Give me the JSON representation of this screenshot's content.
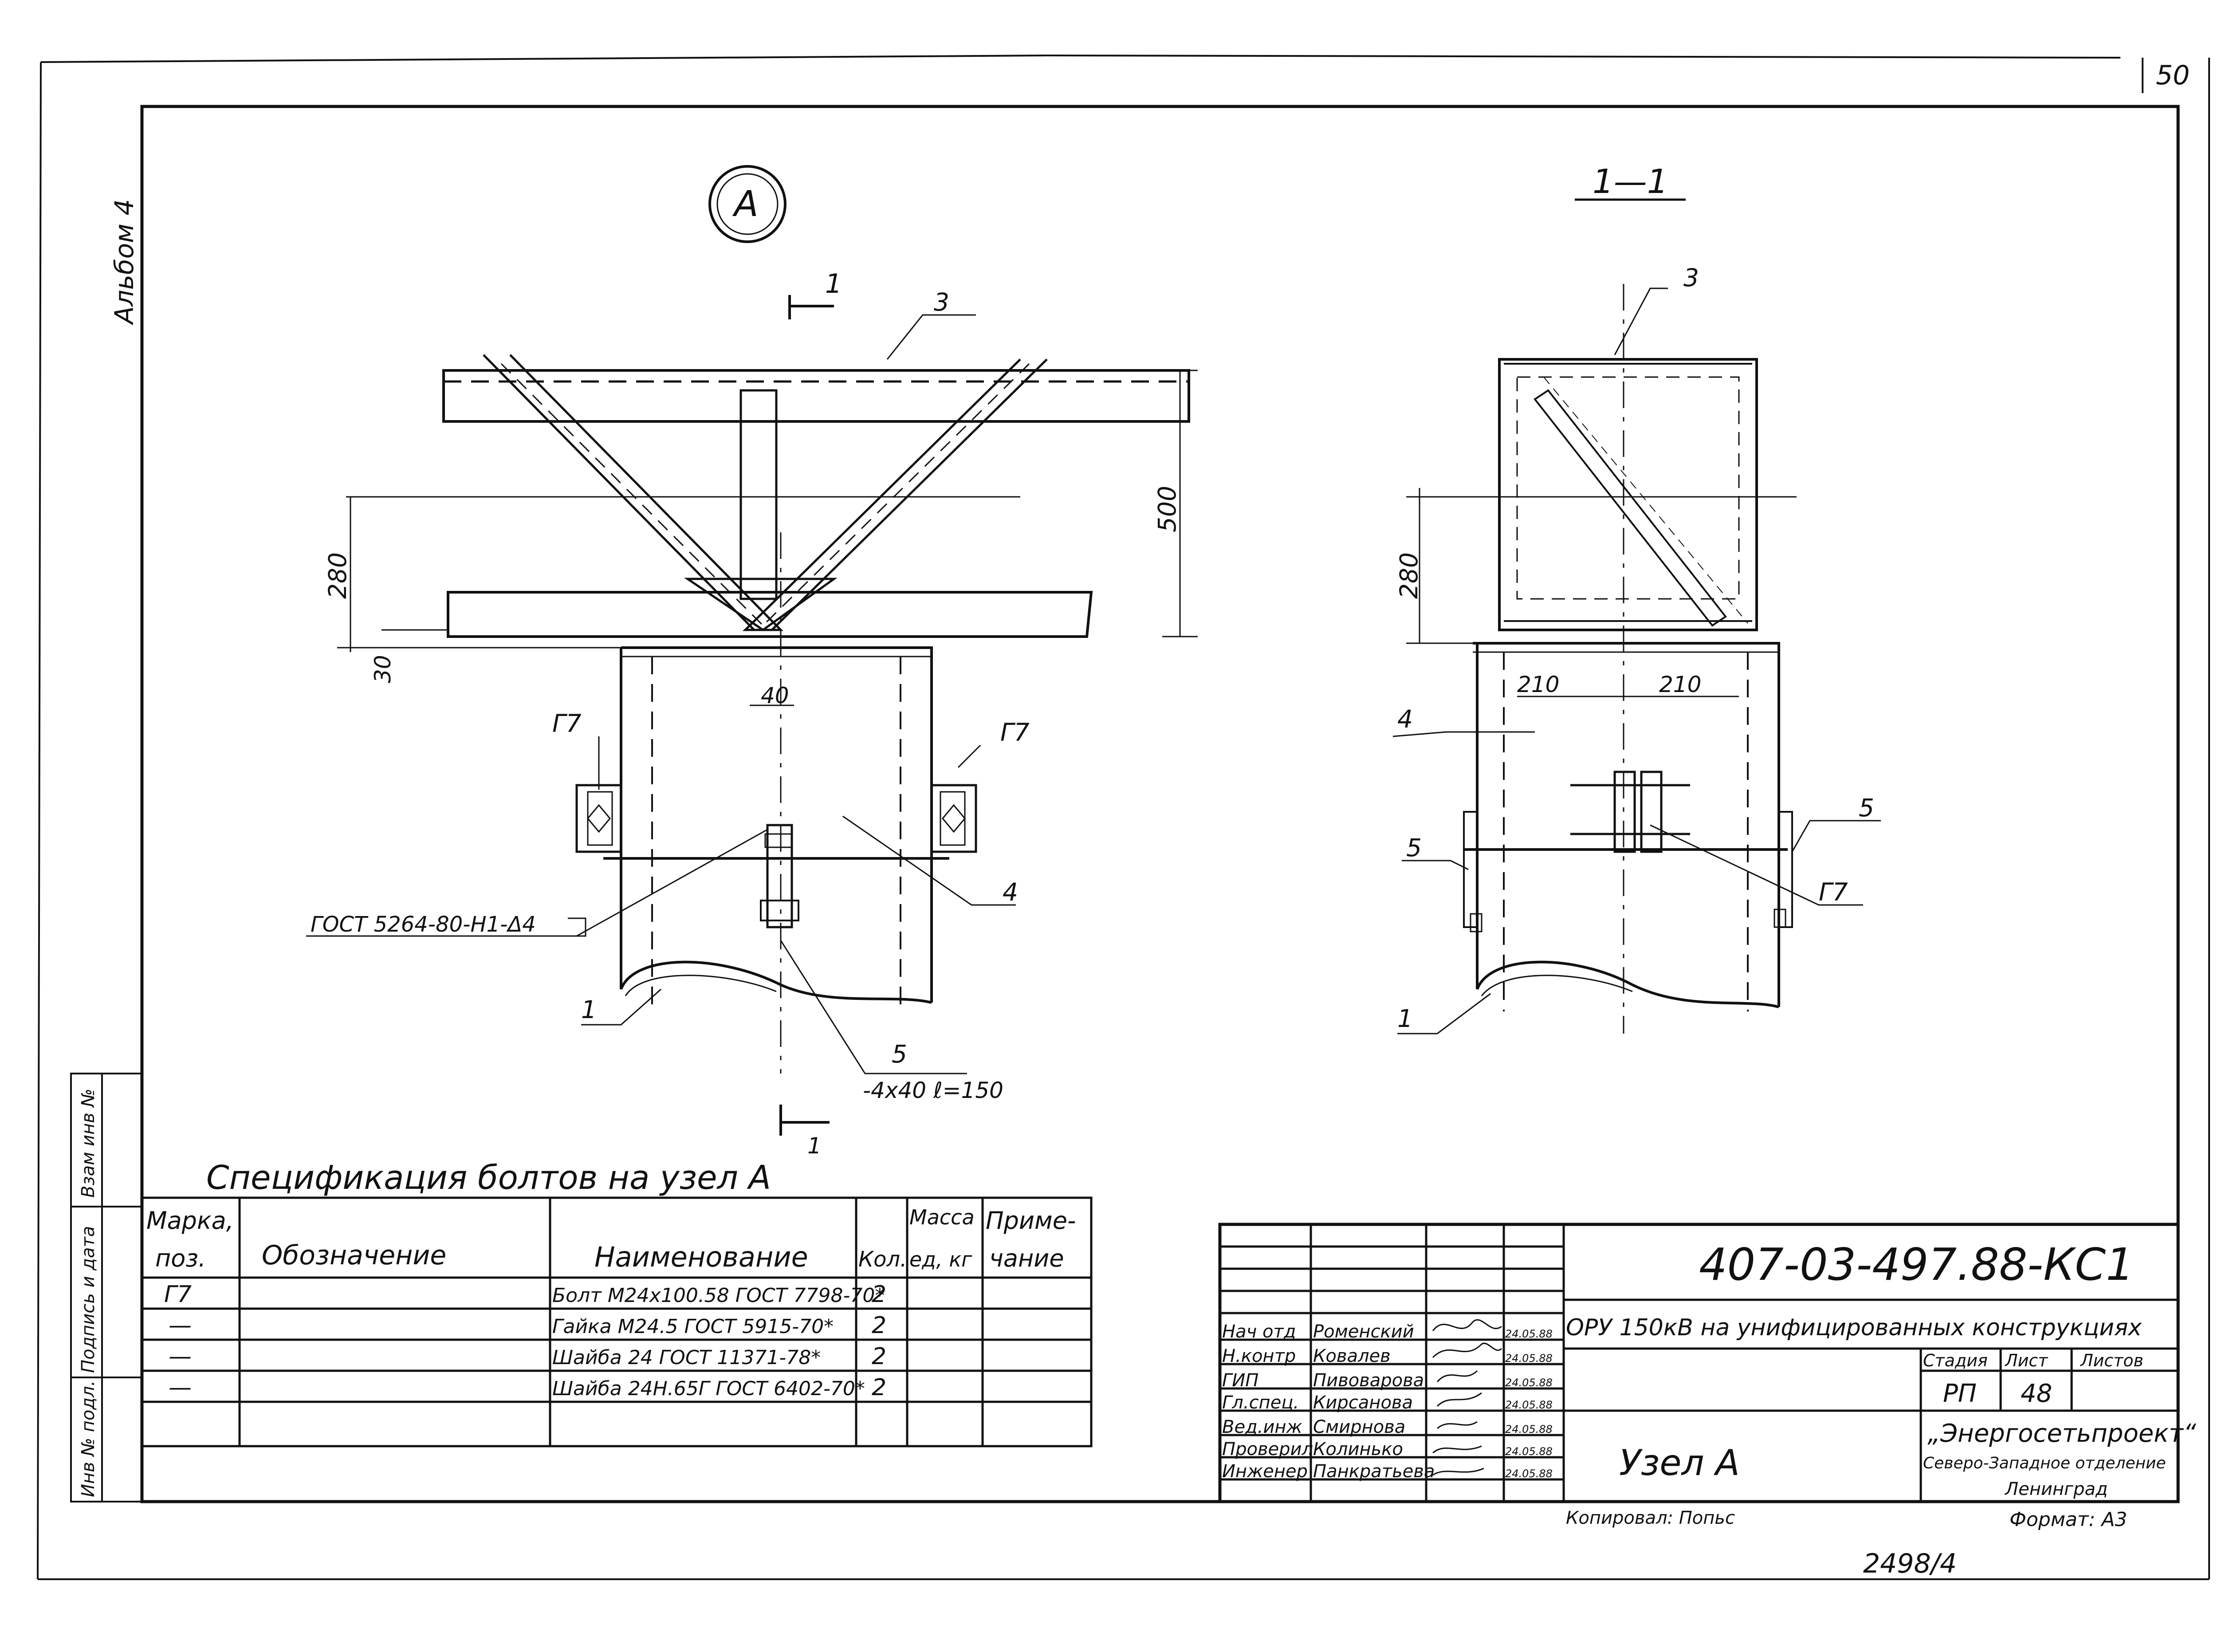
{
  "page_number": "50",
  "album": "Альбом 4",
  "node_mark": "А",
  "section_label": "1—1",
  "cut_mark": "1",
  "left_view": {
    "dim_280": "280",
    "dim_500": "500",
    "dim_30": "30",
    "dim_40": "40",
    "pos3": "3",
    "pos4": "4",
    "pos1": "1",
    "pos5": "5",
    "g7_left": "Г7",
    "g7_right": "Г7",
    "weld_note": "ГОСТ 5264-80-Н1-Δ4",
    "plate_note": "-4x40 ℓ=150"
  },
  "right_view": {
    "pos3": "3",
    "pos4": "4",
    "pos5_left": "5",
    "pos5_right": "5",
    "pos1": "1",
    "g7": "Г7",
    "dim_280": "280",
    "dim_210_a": "210",
    "dim_210_b": "210"
  },
  "spec": {
    "title": "Спецификация болтов на узел А",
    "headers": {
      "mark": "Марка, поз.",
      "mark_l1": "Марка,",
      "mark_l2": "поз.",
      "designation": "Обозначение",
      "name": "Наименование",
      "qty": "Кол.",
      "mass_l1": "Масса",
      "mass_l2": "ед, кг",
      "note_l1": "Приме-",
      "note_l2": "чание"
    },
    "rows": [
      {
        "mark": "Г7",
        "designation": "",
        "name": "Болт М24x100.58 ГОСТ 7798-70*",
        "qty": "2",
        "mass": "",
        "note": ""
      },
      {
        "mark": "—",
        "designation": "",
        "name": "Гайка М24.5 ГОСТ 5915-70*",
        "qty": "2",
        "mass": "",
        "note": ""
      },
      {
        "mark": "—",
        "designation": "",
        "name": "Шайба 24 ГОСТ 11371-78*",
        "qty": "2",
        "mass": "",
        "note": ""
      },
      {
        "mark": "—",
        "designation": "",
        "name": "Шайба 24Н.65Г ГОСТ 6402-70*",
        "qty": "2",
        "mass": "",
        "note": ""
      }
    ]
  },
  "side_stamp": {
    "inv_orig": "Инв № подл.",
    "sign_date": "Подпись и дата",
    "inv_copy": "Взам инв №"
  },
  "title_block": {
    "code": "407-03-497.88-КС1",
    "project": "ОРУ 150кВ на унифицированных конструкциях",
    "sheet_name": "Узел А",
    "stage_label": "Стадия",
    "sheet_label": "Лист",
    "sheets_label": "Листов",
    "stage": "РП",
    "sheet": "48",
    "sheets": "",
    "org_line1": "„Энергосетьпроект“",
    "org_line2": "Северо-Западное отделение",
    "org_line3": "Ленинград",
    "people": [
      {
        "role": "Нач отд",
        "name": "Роменский",
        "date": "24.05.88"
      },
      {
        "role": "Н.контр",
        "name": "Ковалев",
        "date": "24.05.88"
      },
      {
        "role": "ГИП",
        "name": "Пивоварова",
        "date": "24.05.88"
      },
      {
        "role": "Гл.спец.",
        "name": "Кирсанова",
        "date": "24.05.88"
      },
      {
        "role": "Вед.инж",
        "name": "Смирнова",
        "date": "24.05.88"
      },
      {
        "role": "Проверил",
        "name": "Колинько",
        "date": "24.05.88"
      },
      {
        "role": "Инженер",
        "name": "Панкратьева",
        "date": "24.05.88"
      }
    ],
    "copied": "Копировал: Попьс",
    "format": "Формат: А3",
    "doc_number": "2498/4"
  }
}
